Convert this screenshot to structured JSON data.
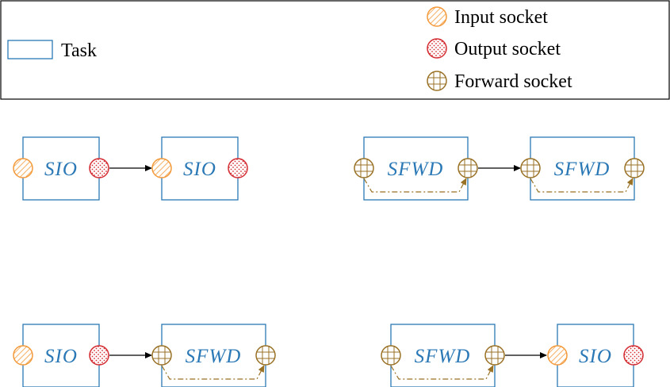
{
  "legend": {
    "task_label": "Task",
    "input_label": "Input socket",
    "output_label": "Output socket",
    "forward_label": "Forward socket"
  },
  "colors": {
    "task_border": "#2a78b5",
    "input": "#f39a3b",
    "output": "#d42d33",
    "forward": "#9a7226",
    "arrow": "#000000"
  },
  "diagrams": {
    "d1": {
      "left_task": "SIO",
      "right_task": "SIO"
    },
    "d2": {
      "left_task": "SFWD",
      "right_task": "SFWD"
    },
    "d3": {
      "left_task": "SIO",
      "right_task": "SFWD"
    },
    "d4": {
      "left_task": "SFWD",
      "right_task": "SIO"
    }
  }
}
